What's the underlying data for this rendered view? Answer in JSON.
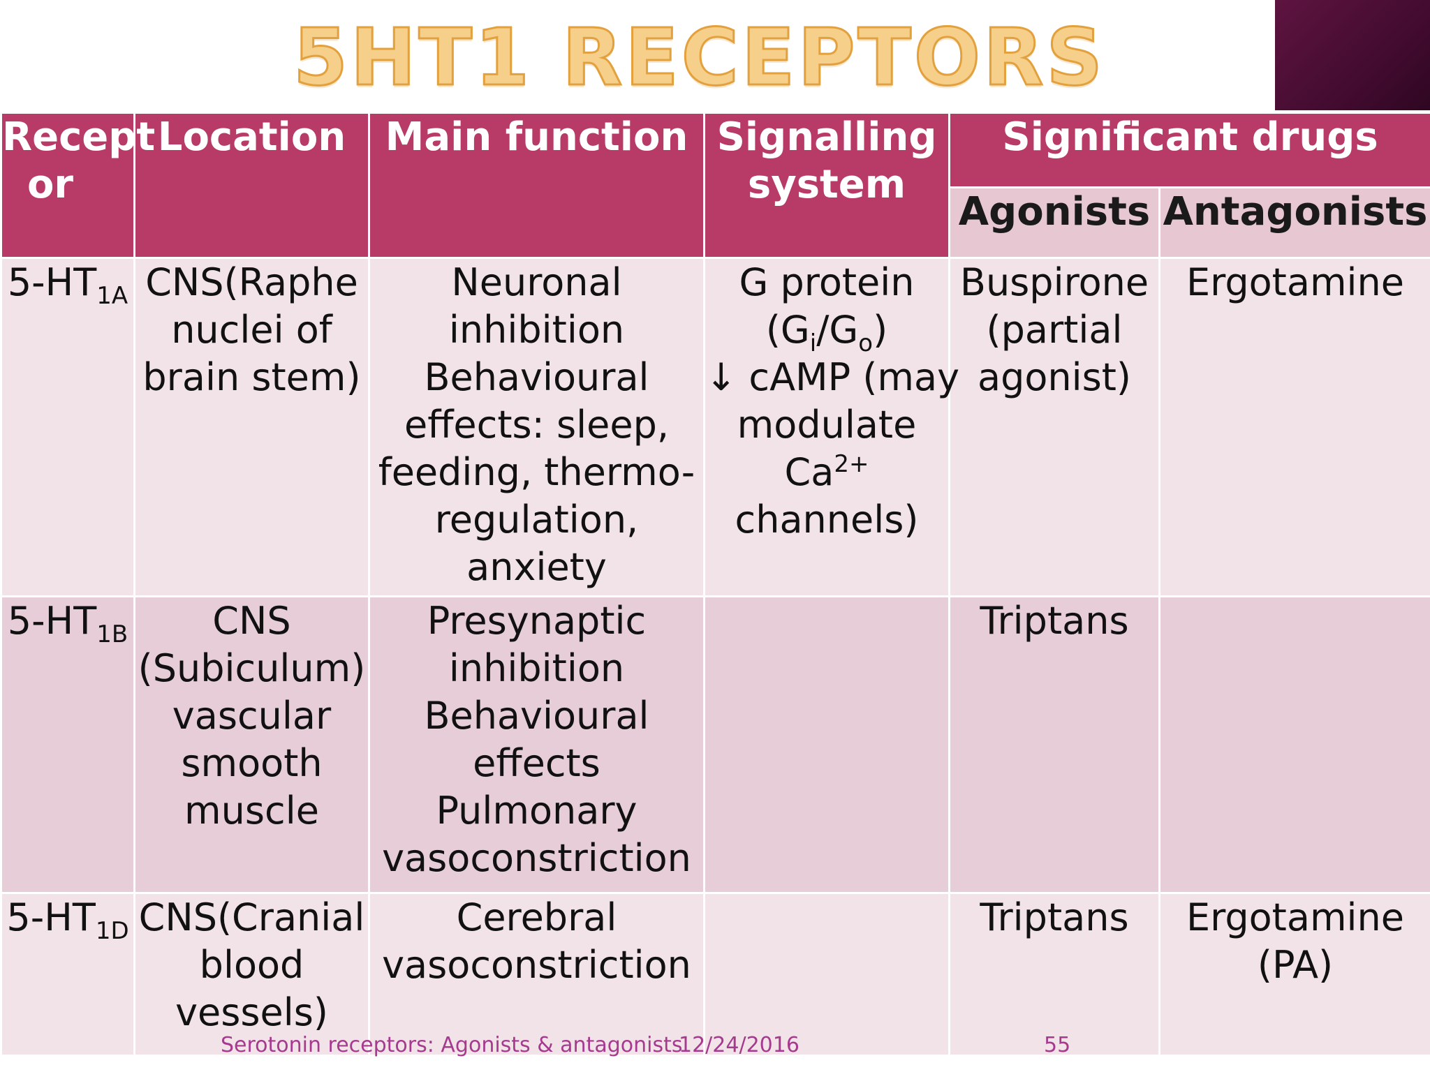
{
  "slide": {
    "title": "5HT1 RECEPTORS"
  },
  "table": {
    "headers": {
      "receptor": [
        "Recept",
        "or"
      ],
      "location": "Location",
      "main_function": "Main function",
      "signalling": [
        "Signalling",
        "system"
      ],
      "significant_drugs": "Significant drugs",
      "agonists": "Agonists",
      "antagonists": "Antagonists"
    },
    "rows": [
      {
        "receptor_base": "5-HT",
        "receptor_sub": "1A",
        "location": [
          "CNS(Raphe",
          "nuclei of",
          "brain stem)"
        ],
        "main_function": [
          "Neuronal",
          "inhibition",
          "Behavioural",
          "effects: sleep,",
          "feeding, thermo-",
          "regulation,",
          "anxiety"
        ],
        "signalling": {
          "line1": "G protein",
          "line2_open": "(G",
          "line2_sub_i": "i",
          "line2_mid": "/G",
          "line2_sub_o": "o",
          "line2_close": ")",
          "line3": "↓ cAMP (may",
          "line4": "modulate",
          "line5_base": "Ca",
          "line5_sup": "2+",
          "line6": "channels)"
        },
        "agonists": [
          "Buspirone",
          "(partial",
          "agonist)"
        ],
        "antagonists": [
          "Ergotamine"
        ]
      },
      {
        "receptor_base": "5-HT",
        "receptor_sub": "1B",
        "location": [
          "CNS",
          "(Subiculum)",
          "vascular",
          "smooth",
          "muscle"
        ],
        "main_function": [
          "Presynaptic",
          "inhibition",
          "Behavioural",
          "effects",
          "Pulmonary",
          "vasoconstriction"
        ],
        "agonists": [
          "Triptans"
        ],
        "antagonists": []
      },
      {
        "receptor_base": "5-HT",
        "receptor_sub": "1D",
        "location": [
          "CNS(Cranial",
          "blood",
          "vessels)"
        ],
        "main_function": [
          "Cerebral",
          "vasoconstriction"
        ],
        "agonists": [
          "Triptans"
        ],
        "antagonists": [
          "Ergotamine",
          "(PA)"
        ]
      }
    ]
  },
  "footer": {
    "caption": "Serotonin receptors: Agonists & antagonists",
    "date": "12/24/2016",
    "page": "55"
  },
  "colors": {
    "header_bg": "#b83a66",
    "subheader_bg": "#e7c7d2",
    "row_light": "#f2e3e8",
    "row_dark": "#e6cdd7",
    "title_fill": "#f6cf8a",
    "title_stroke": "#e3a13e",
    "footer_text": "#a53a8f",
    "corner_block": "#4a0d34"
  }
}
